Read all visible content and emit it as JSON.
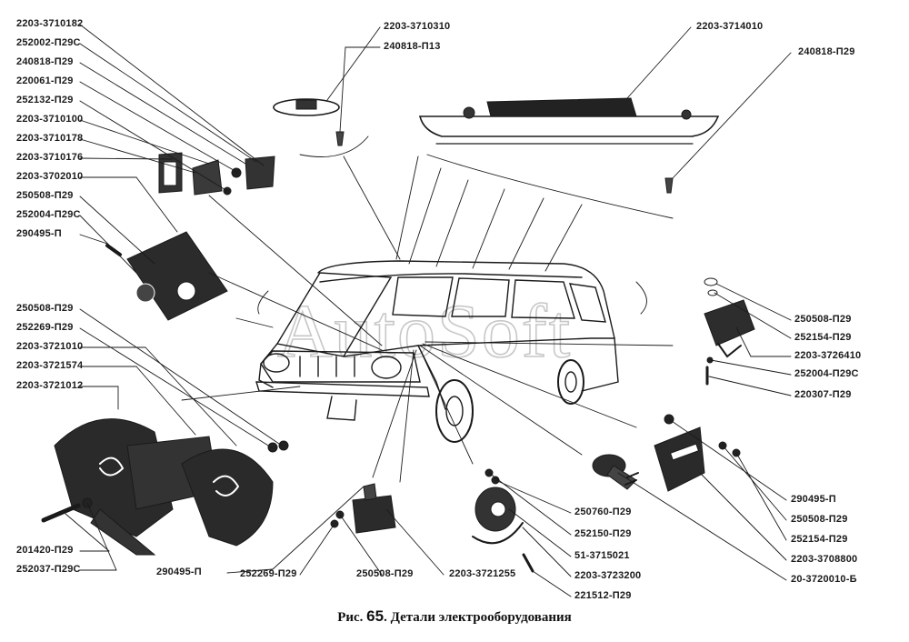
{
  "caption": {
    "prefix": "Рис.",
    "number": "65",
    "title": ". Детали электрооборудования"
  },
  "watermark": "AutoSoft",
  "labels": [
    "2203-3710182",
    "252002-П29С",
    "240818-П29",
    "220061-П29",
    "252132-П29",
    "2203-3710100",
    "2203-3710178",
    "2203-3710176",
    "2203-3702010",
    "250508-П29",
    "252004-П29С",
    "290495-П",
    "250508-П29",
    "252269-П29",
    "2203-3721010",
    "2203-3721574",
    "2203-3721012",
    "201420-П29",
    "252037-П29С",
    "290495-П",
    "252269-П29",
    "250508-П29",
    "2203-3721255",
    "2203-3710310",
    "240818-П13",
    "2203-3714010",
    "240818-П29",
    "250508-П29",
    "252154-П29",
    "2203-3726410",
    "252004-П29С",
    "220307-П29",
    "290495-П",
    "250508-П29",
    "252154-П29",
    "2203-3708800",
    "20-3720010-Б",
    "250760-П29",
    "252150-П29",
    "51-3715021",
    "2203-3723200",
    "221512-П29"
  ]
}
